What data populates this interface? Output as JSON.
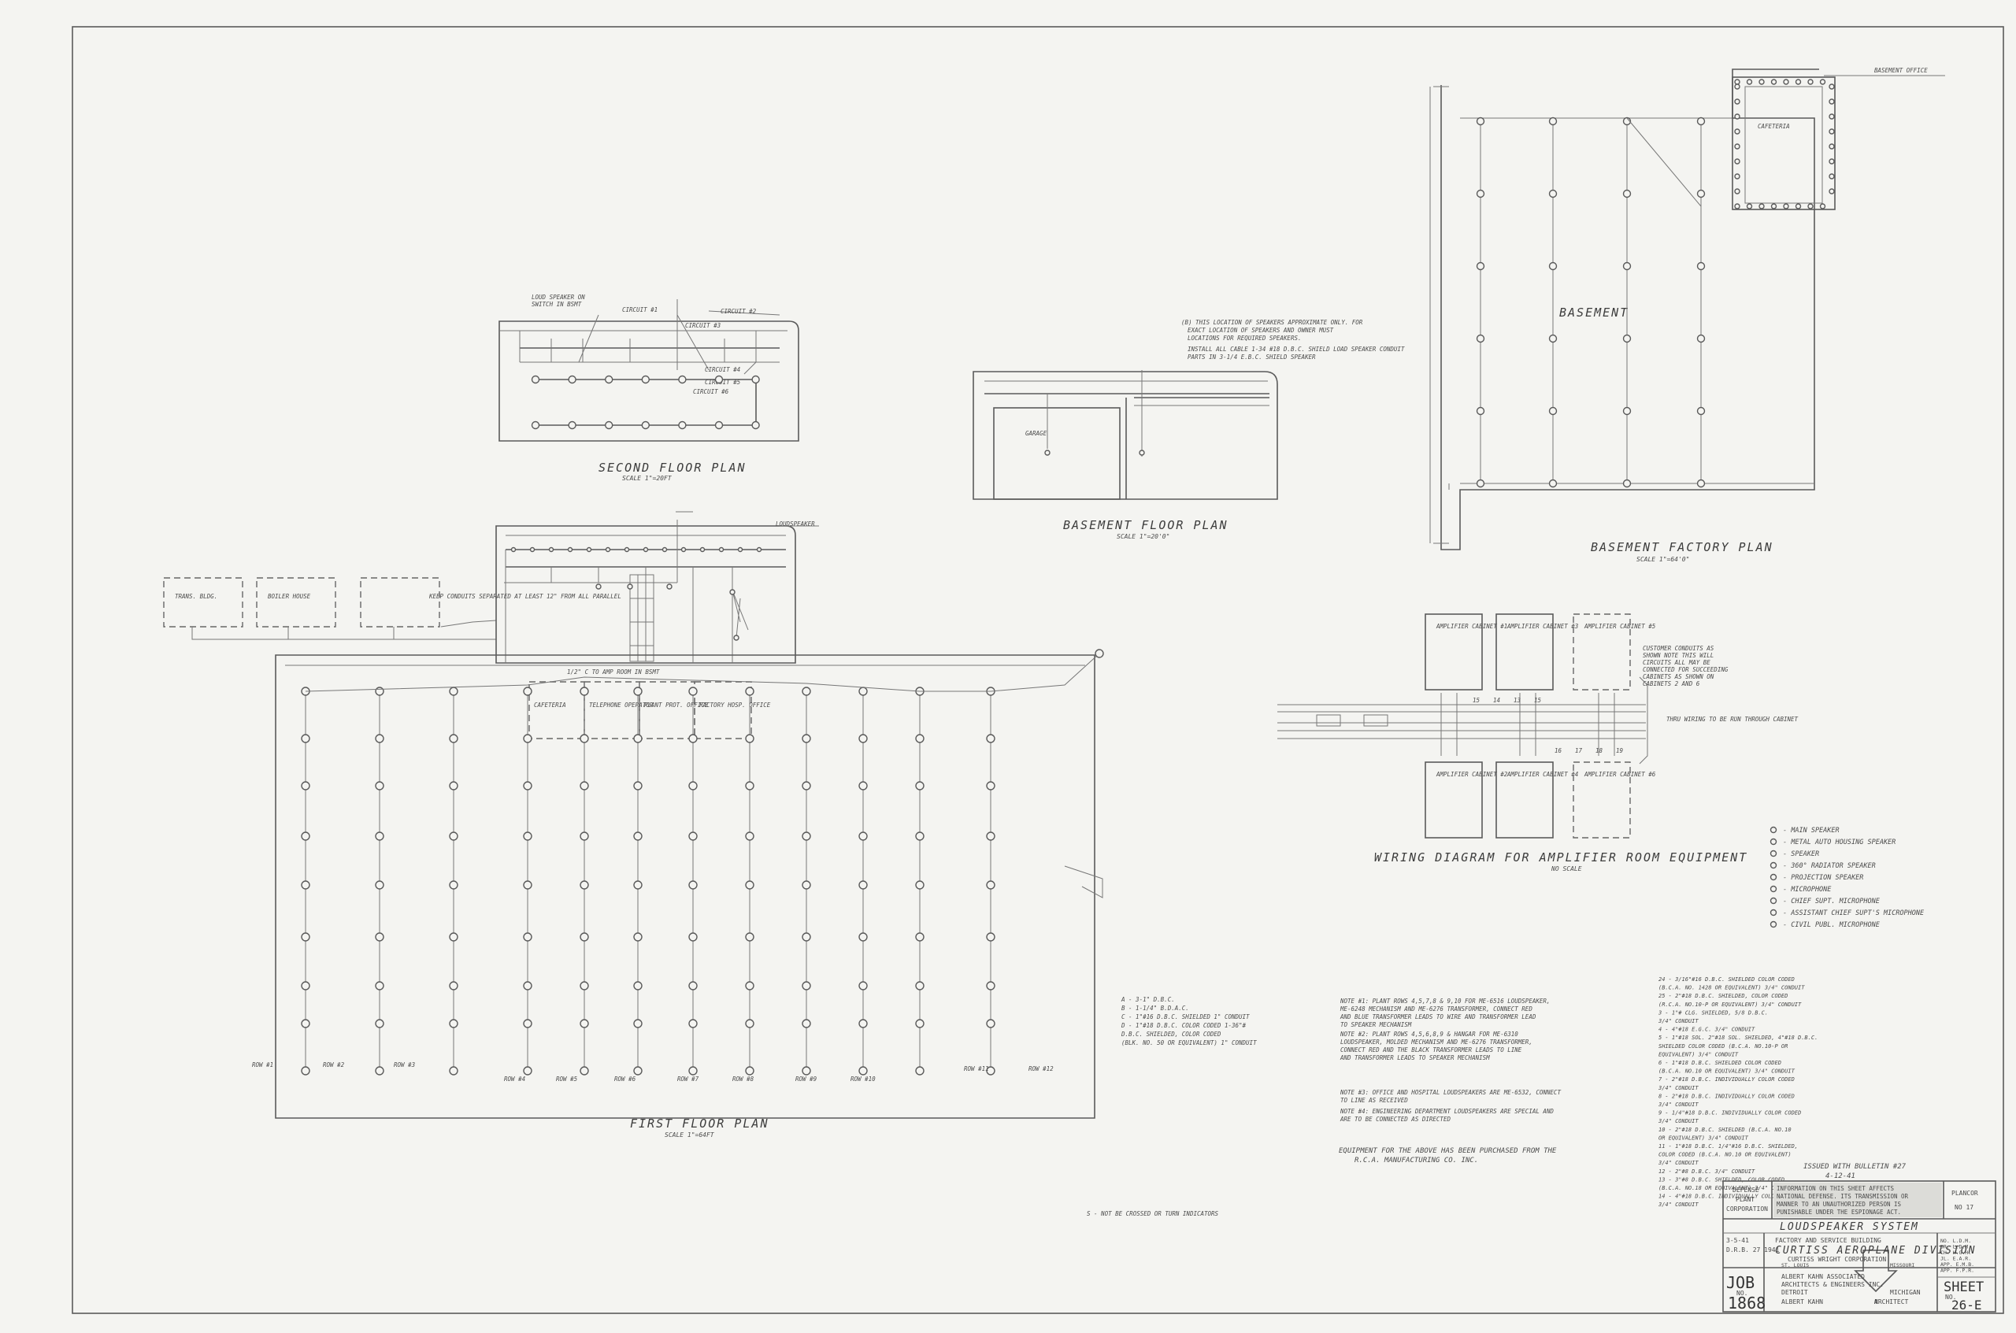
{
  "drawing": {
    "titles": {
      "second_floor": "SECOND FLOOR PLAN",
      "second_floor_scale": "SCALE 1\"=20FT",
      "basement_floor": "BASEMENT FLOOR PLAN",
      "basement_floor_scale": "SCALE 1\"=20'0\"",
      "basement_factory": "BASEMENT FACTORY PLAN",
      "basement_factory_scale": "SCALE 1\"=64'0\"",
      "first_floor": "FIRST FLOOR PLAN",
      "first_floor_scale": "SCALE 1\"=64FT",
      "wiring": "WIRING DIAGRAM FOR AMPLIFIER ROOM EQUIPMENT",
      "wiring_scale": "NO SCALE"
    },
    "room_labels": {
      "bsmt_office": "BASEMENT OFFICE",
      "cafeteria": "CAFETERIA",
      "basement": "BASEMENT",
      "garage": "GARAGE",
      "trans_bldg": "TRANS. BLDG.",
      "boiler_house": "BOILER HOUSE",
      "cafeteria_ff": "CAFETERIA",
      "telephone_operator": "TELEPHONE OPERATOR",
      "plant_prot_office": "PLANT PROT. OFFICE",
      "factory_hosp_office": "FACTORY HOSP. OFFICE",
      "loudspeaker": "LOUDSPEAKER",
      "conduit_note": "KEEP CONDUITS SEPARATED AT LEAST 12\" FROM ALL PARALLEL",
      "to_basement": "1/2\" C TO AMP ROOM IN BSMT"
    },
    "second_floor_notes": [
      "LOUD SPEAKER ON",
      "SWITCH IN BSMT",
      "CIRCUIT #1",
      "CIRCUIT #2",
      "CIRCUIT #3",
      "CIRCUIT #4",
      "CIRCUIT #5",
      "CIRCUIT #6"
    ],
    "basement_floor_notes": [
      "(B) THIS LOCATION OF SPEAKERS APPROXIMATE ONLY. FOR",
      "EXACT LOCATION OF SPEAKERS AND OWNER MUST",
      "LOCATIONS FOR REQUIRED SPEAKERS.",
      "INSTALL ALL CABLE 1-34 #18 D.B.C. SHIELD LOAD SPEAKER CONDUIT",
      "PARTS IN 3-1/4 E.B.C. SHIELD SPEAKER"
    ],
    "amplifiers": [
      "AMPLIFIER CABINET #1",
      "AMPLIFIER CABINET #3",
      "AMPLIFIER CABINET #5",
      "AMPLIFIER CABINET #2",
      "AMPLIFIER CABINET #4",
      "AMPLIFIER CABINET #6"
    ],
    "wiring_notes": [
      "CUSTOMER CONDUITS AS",
      "SHOWN NOTE THIS WILL",
      "CIRCUITS ALL MAY BE",
      "CONNECTED FOR SUCCEEDING",
      "CABINETS AS SHOWN ON",
      "CABINETS 2 AND 6"
    ],
    "wiring_bracket_note": "THRU WIRING TO BE RUN THROUGH CABINET",
    "wiring_numbers": [
      "15",
      "14",
      "13",
      "15",
      "16",
      "17",
      "18",
      "19"
    ],
    "row_labels": [
      "ROW #1",
      "ROW #2",
      "ROW #3",
      "ROW #4",
      "ROW #5",
      "ROW #6",
      "ROW #7",
      "ROW #8",
      "ROW #9",
      "ROW #10",
      "ROW #11",
      "ROW #12"
    ],
    "legend": [
      "MAIN SPEAKER",
      "METAL AUTO HOUSING SPEAKER",
      "SPEAKER",
      "360° RADIATOR SPEAKER",
      "PROJECTION SPEAKER",
      "MICROPHONE",
      "CHIEF SUPT. MICROPHONE",
      "ASSISTANT CHIEF SUPT'S MICROPHONE",
      "CIVIL PUBL. MICROPHONE"
    ],
    "cable_notes": [
      "A - 3-1\" D.B.C.",
      "B - 1-1/4\" B.D.A.C.",
      "C - 1\"#16 D.B.C. SHIELDED 1\" CONDUIT",
      "D - 1\"#18 D.B.C. COLOR CODED 1-36\"#",
      "     D.B.C. SHIELDED, COLOR CODED",
      "     (BLK. NO. 50 OR EQUIVALENT) 1\" CONDUIT"
    ],
    "notes_mid": [
      "NOTE #1: PLANT ROWS 4,5,7,8 & 9,10 FOR ME-6516 LOUDSPEAKER,",
      "ME-6248 MECHANISM AND ME-6276 TRANSFORMER, CONNECT RED",
      "AND BLUE TRANSFORMER LEADS TO WIRE AND TRANSFORMER LEAD",
      "TO SPEAKER MECHANISM",
      "NOTE #2: PLANT ROWS 4,5,6,8,9 & HANGAR FOR ME-6310",
      "LOUDSPEAKER, MOLDED MECHANISM AND ME-6276 TRANSFORMER,",
      "CONNECT RED AND THE BLACK TRANSFORMER LEADS TO LINE",
      "AND TRANSFORMER LEADS TO SPEAKER MECHANISM",
      "NOTE #3: OFFICE AND HOSPITAL LOUDSPEAKERS ARE ME-6532, CONNECT",
      "TO LINE AS RECEIVED",
      "NOTE #4: ENGINEERING DEPARTMENT LOUDSPEAKERS ARE SPECIAL AND",
      "ARE TO BE CONNECTED AS DIRECTED"
    ],
    "equipment_note": [
      "EQUIPMENT FOR THE ABOVE HAS BEEN PURCHASED FROM THE",
      "R.C.A. MANUFACTURING CO. INC."
    ],
    "cable_schedule": [
      "24 - 3/16\"#16 D.B.C. SHIELDED COLOR CODED",
      "     (B.C.A. NO. 1428 OR EQUIVALENT) 3/4\" CONDUIT",
      "25 - 2\"#18 D.B.C. SHIELDED, COLOR CODED",
      "     (R.C.A. NO.10-P OR EQUIVALENT) 3/4\" CONDUIT",
      "3 - 1\"# CLG. SHIELDED, 5/8 D.B.C.",
      "     3/4\" CONDUIT",
      "4 - 4\"#18 E.G.C. 3/4\" CONDUIT",
      "5 - 1\"#18 SOL. 2\"#18 SOL. SHIELDED, 4\"#18 D.B.C.",
      "     SHIELDED COLOR CODED (B.C.A. NO.10-P OR",
      "     EQUIVALENT) 3/4\" CONDUIT",
      "6 - 1\"#18 D.B.C. SHIELDED COLOR CODED",
      "     (B.C.A. NO.10 OR EQUIVALENT) 3/4\" CONDUIT",
      "7 - 2\"#18 D.B.C. INDIVIDUALLY COLOR CODED",
      "     3/4\" CONDUIT",
      "8 - 2\"#18 D.B.C. INDIVIDUALLY COLOR CODED",
      "     3/4\" CONDUIT",
      "9 - 1/4\"#18 D.B.C. INDIVIDUALLY COLOR CODED",
      "     3/4\" CONDUIT",
      "10 - 2\"#18 D.B.C. SHIELDED (B.C.A. NO.10",
      "     OR EQUIVALENT) 3/4\" CONDUIT",
      "11 - 1\"#18 D.B.C. 1/4\"#16 D.B.C. SHIELDED,",
      "     COLOR CODED (B.C.A. NO.10 OR EQUIVALENT)",
      "     3/4\" CONDUIT",
      "12 - 2\"#8 D.B.C. 3/4\" CONDUIT",
      "13 - 3\"#8 D.B.C. SHIELDED, COLOR CODED",
      "     (B.C.A. NO.18 OR EQUIVALENT) 3/4\" CONDUIT",
      "14 - 4\"#18 D.B.C. INDIVIDUALLY COLOR CODED",
      "     3/4\" CONDUIT"
    ],
    "issued": "ISSUED WITH BULLETIN #27",
    "issued_date": "4-12-41",
    "bottom_note": "S - NOT BE CROSSED OR TURN INDICATORS",
    "north": "N",
    "title_block": {
      "defense": "DEFENSE",
      "plant": "PLANT",
      "corporation": "CORPORATION",
      "warning": [
        "INFORMATION ON THIS SHEET AFFECTS",
        "NATIONAL DEFENSE. ITS TRANSMISSION OR",
        "MANNER TO AN UNAUTHORIZED PERSON IS",
        "PUNISHABLE UNDER THE ESPIONAGE ACT."
      ],
      "planco_label": "PLANCOR",
      "planco_no": "NO 17",
      "system": "LOUDSPEAKER SYSTEM",
      "building": "FACTORY AND SERVICE BUILDING",
      "division": "CURTISS AEROPLANE DIVISION",
      "corp": "CURTISS WRIGHT CORPORATION",
      "location": "ST. LOUIS",
      "state": "MISSOURI",
      "architect1": "ALBERT KAHN ASSOCIATED",
      "architect2": "ARCHITECTS & ENGINEERS INC.",
      "architect3": "DETROIT",
      "architect4": "MICHIGAN",
      "architect5": "ALBERT KAHN",
      "architect6": "ARCHITECT",
      "left_tb": [
        "3-5-41",
        "D.R.B. 27 1941"
      ],
      "job": "JOB",
      "job_no_label": "NO.",
      "job_no": "1868",
      "sheet": "SHEET",
      "sheet_no_label": "NO.",
      "sheet_no": "26-E",
      "right_tb": [
        "NO. L.D.M.",
        "DR. L.D.M.",
        "CH. H.G.H.",
        "JL. E.A.R.",
        "APP. E.M.B.",
        "APP. F.P.R."
      ]
    }
  }
}
